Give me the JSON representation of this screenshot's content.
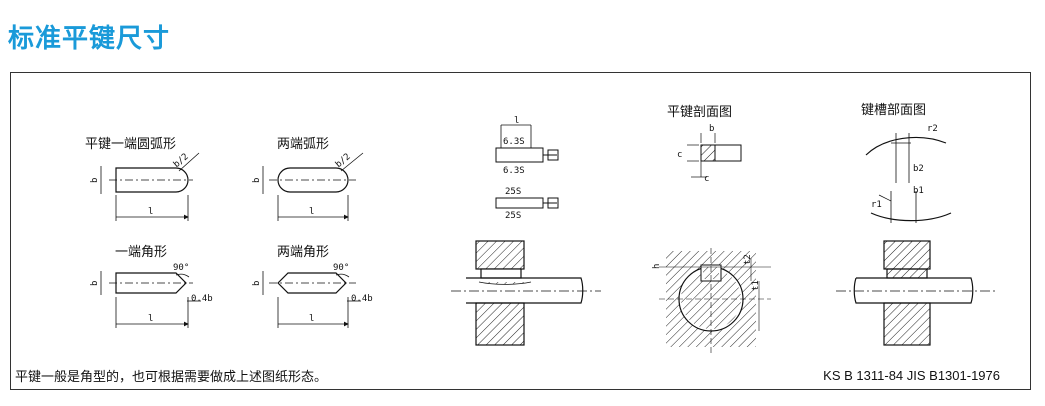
{
  "page": {
    "title": "标准平键尺寸"
  },
  "diagrams": {
    "round_one_end": {
      "label": "平键一端圆弧形",
      "b": "b",
      "r": "b/2",
      "l": "l"
    },
    "round_both_ends": {
      "label": "两端弧形",
      "b": "b",
      "r": "b/2",
      "l": "l"
    },
    "square_one_end": {
      "label": "一端角形",
      "b": "b",
      "angle": "90°",
      "chamfer": "0.4b",
      "l": "l"
    },
    "square_both_ends": {
      "label": "两端角形",
      "b": "b",
      "angle": "90°",
      "chamfer": "0.4b",
      "l": "l"
    },
    "tolerance": {
      "l": "l",
      "surf_top": "6.3S",
      "surf_bottom": "6.3S",
      "surf_a": "25S",
      "surf_b": "25S"
    },
    "key_section": {
      "label": "平键剖面图",
      "b": "b",
      "c1": "c",
      "c2": "c"
    },
    "keyway_section": {
      "label": "键槽部面图",
      "r2": "r2",
      "b2": "b2",
      "b1": "b1",
      "r1": "r1"
    },
    "shaft_section": {
      "h": "h",
      "t1": "t1",
      "t2": "t2"
    }
  },
  "footer": {
    "note": "平键一般是角型的，也可根据需要做成上述图纸形态。",
    "standard": "KS B 1311-84   JIS B1301-1976"
  }
}
